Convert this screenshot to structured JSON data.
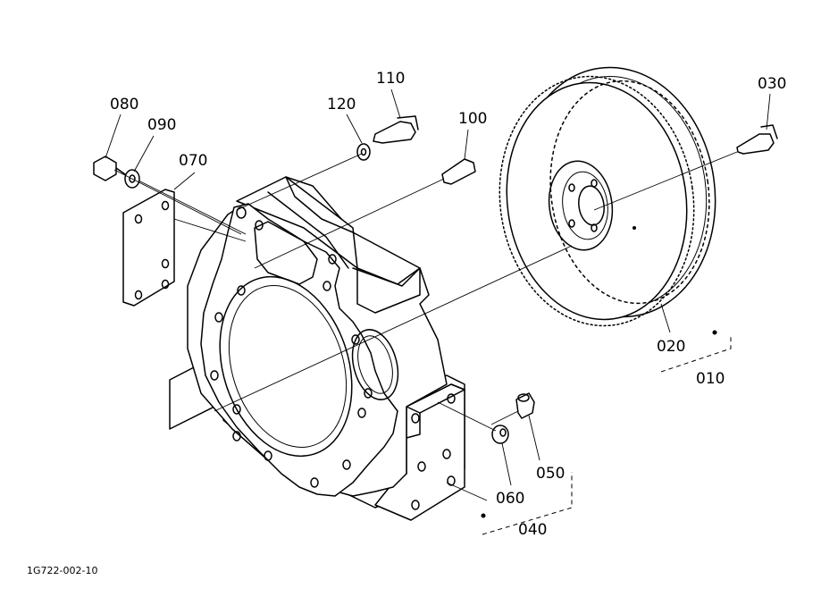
{
  "diagram_code": "1G722-002-10",
  "callouts": {
    "c010": "010",
    "c020": "020",
    "c030": "030",
    "c040": "040",
    "c050": "050",
    "c060": "060",
    "c070": "070",
    "c080": "080",
    "c090": "090",
    "c100": "100",
    "c110": "110",
    "c120": "120"
  }
}
